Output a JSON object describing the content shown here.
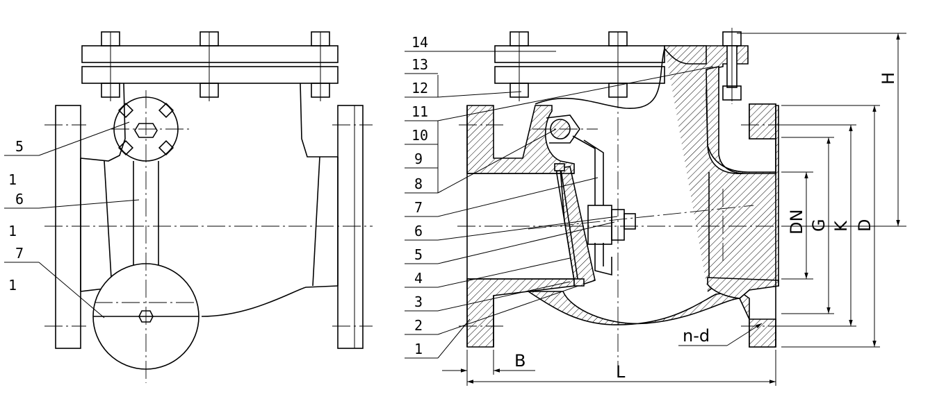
{
  "left_view": {
    "labels": [
      "5",
      "1",
      "6",
      "1",
      "7",
      "1"
    ]
  },
  "section_view": {
    "parts": [
      "14",
      "13",
      "12",
      "11",
      "10",
      "9",
      "8",
      "7",
      "6",
      "5",
      "4",
      "3",
      "2",
      "1"
    ]
  },
  "dimensions": {
    "H": "H",
    "DN": "DN",
    "G": "G",
    "K": "K",
    "D": "D",
    "B": "B",
    "L": "L",
    "nd": "n-d"
  }
}
